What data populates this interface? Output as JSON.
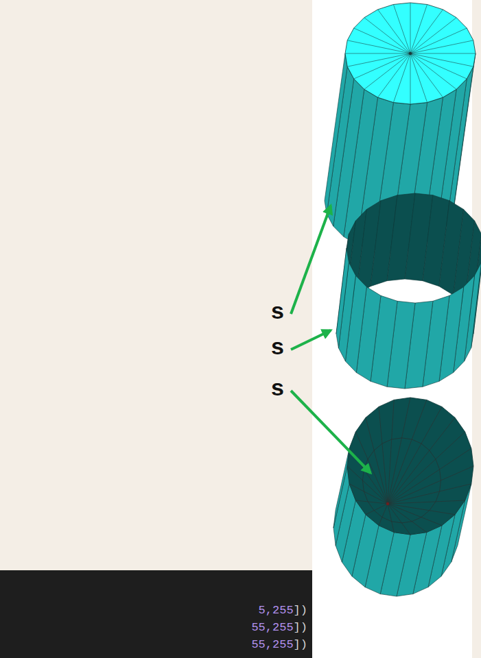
{
  "diagram": {
    "labels": [
      "s",
      "s",
      "s",
      "5,255])",
      "55,255])",
      "55,255])"
    ]
  }
}
